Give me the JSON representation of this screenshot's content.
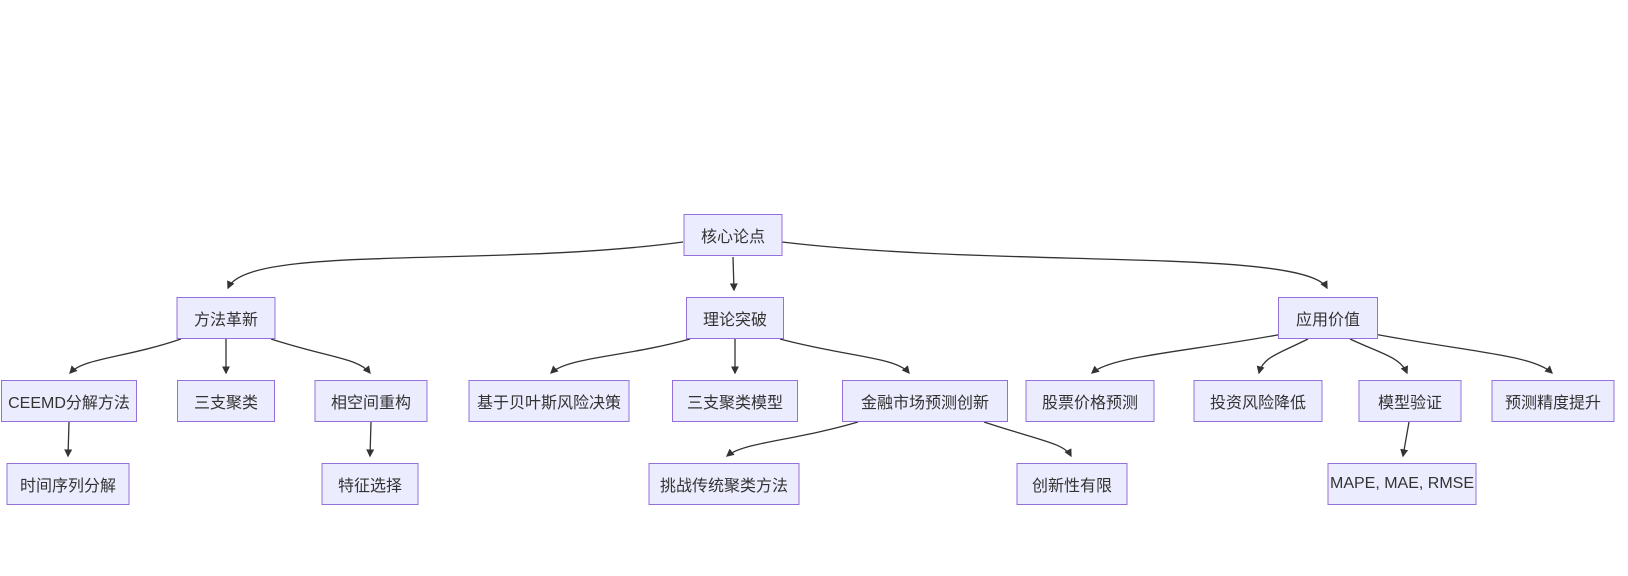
{
  "diagram": {
    "type": "flowchart",
    "direction": "top-down",
    "colors": {
      "background": "#ffffff",
      "node_fill": "#ECECFF",
      "node_border": "#9370DB",
      "node_text": "#333333",
      "edge": "#333333"
    }
  },
  "nodes": {
    "core": {
      "label": "核心论点"
    },
    "method": {
      "label": "方法革新"
    },
    "theory": {
      "label": "理论突破"
    },
    "application": {
      "label": "应用价值"
    },
    "ceemd": {
      "label": "CEEMD分解方法"
    },
    "three_way": {
      "label": "三支聚类"
    },
    "phase_space": {
      "label": "相空间重构"
    },
    "bayes": {
      "label": "基于贝叶斯风险决策"
    },
    "three_way_model": {
      "label": "三支聚类模型"
    },
    "fin_innovation": {
      "label": "金融市场预测创新"
    },
    "stock_pred": {
      "label": "股票价格预测"
    },
    "risk_reduce": {
      "label": "投资风险降低"
    },
    "model_valid": {
      "label": "模型验证"
    },
    "accuracy": {
      "label": "预测精度提升"
    },
    "ts_decomp": {
      "label": "时间序列分解"
    },
    "feature_sel": {
      "label": "特征选择"
    },
    "challenge": {
      "label": "挑战传统聚类方法"
    },
    "limited_innov": {
      "label": "创新性有限"
    },
    "metrics": {
      "label": "MAPE, MAE, RMSE"
    }
  },
  "edges": [
    {
      "from": "core",
      "to": "method"
    },
    {
      "from": "core",
      "to": "theory"
    },
    {
      "from": "core",
      "to": "application"
    },
    {
      "from": "method",
      "to": "ceemd"
    },
    {
      "from": "method",
      "to": "three_way"
    },
    {
      "from": "method",
      "to": "phase_space"
    },
    {
      "from": "theory",
      "to": "bayes"
    },
    {
      "from": "theory",
      "to": "three_way_model"
    },
    {
      "from": "theory",
      "to": "fin_innovation"
    },
    {
      "from": "application",
      "to": "stock_pred"
    },
    {
      "from": "application",
      "to": "risk_reduce"
    },
    {
      "from": "application",
      "to": "model_valid"
    },
    {
      "from": "application",
      "to": "accuracy"
    },
    {
      "from": "ceemd",
      "to": "ts_decomp"
    },
    {
      "from": "phase_space",
      "to": "feature_sel"
    },
    {
      "from": "fin_innovation",
      "to": "challenge"
    },
    {
      "from": "fin_innovation",
      "to": "limited_innov"
    },
    {
      "from": "model_valid",
      "to": "metrics"
    }
  ]
}
